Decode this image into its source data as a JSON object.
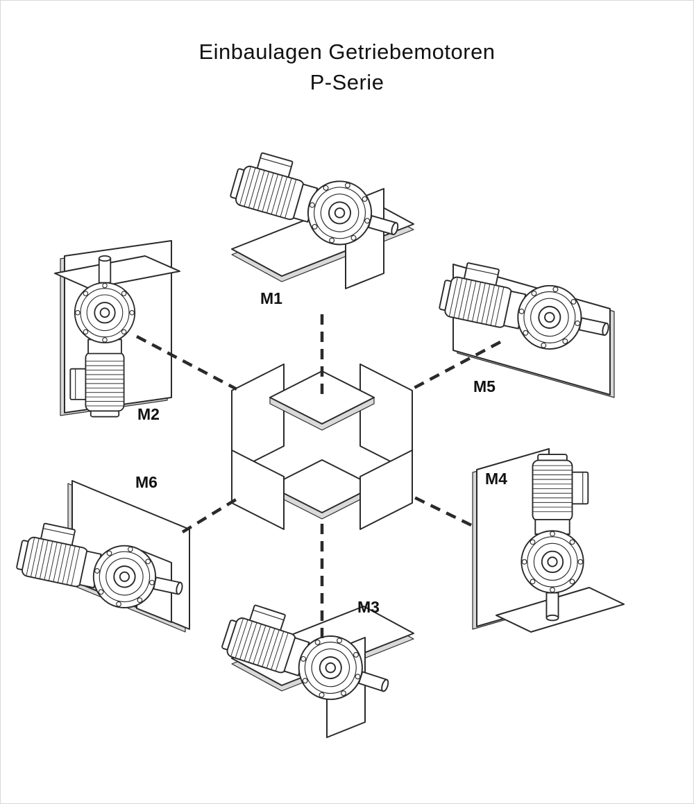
{
  "title": {
    "line1": "Einbaulagen Getriebemotoren",
    "line2": "P-Serie"
  },
  "labels": {
    "m1": "M1",
    "m2": "M2",
    "m3": "M3",
    "m4": "M4",
    "m5": "M5",
    "m6": "M6"
  },
  "colors": {
    "line_color": "#2a2a2a",
    "plate_edge_fill": "#d9d9d9",
    "background": "#ffffff",
    "label_color": "#111111"
  }
}
